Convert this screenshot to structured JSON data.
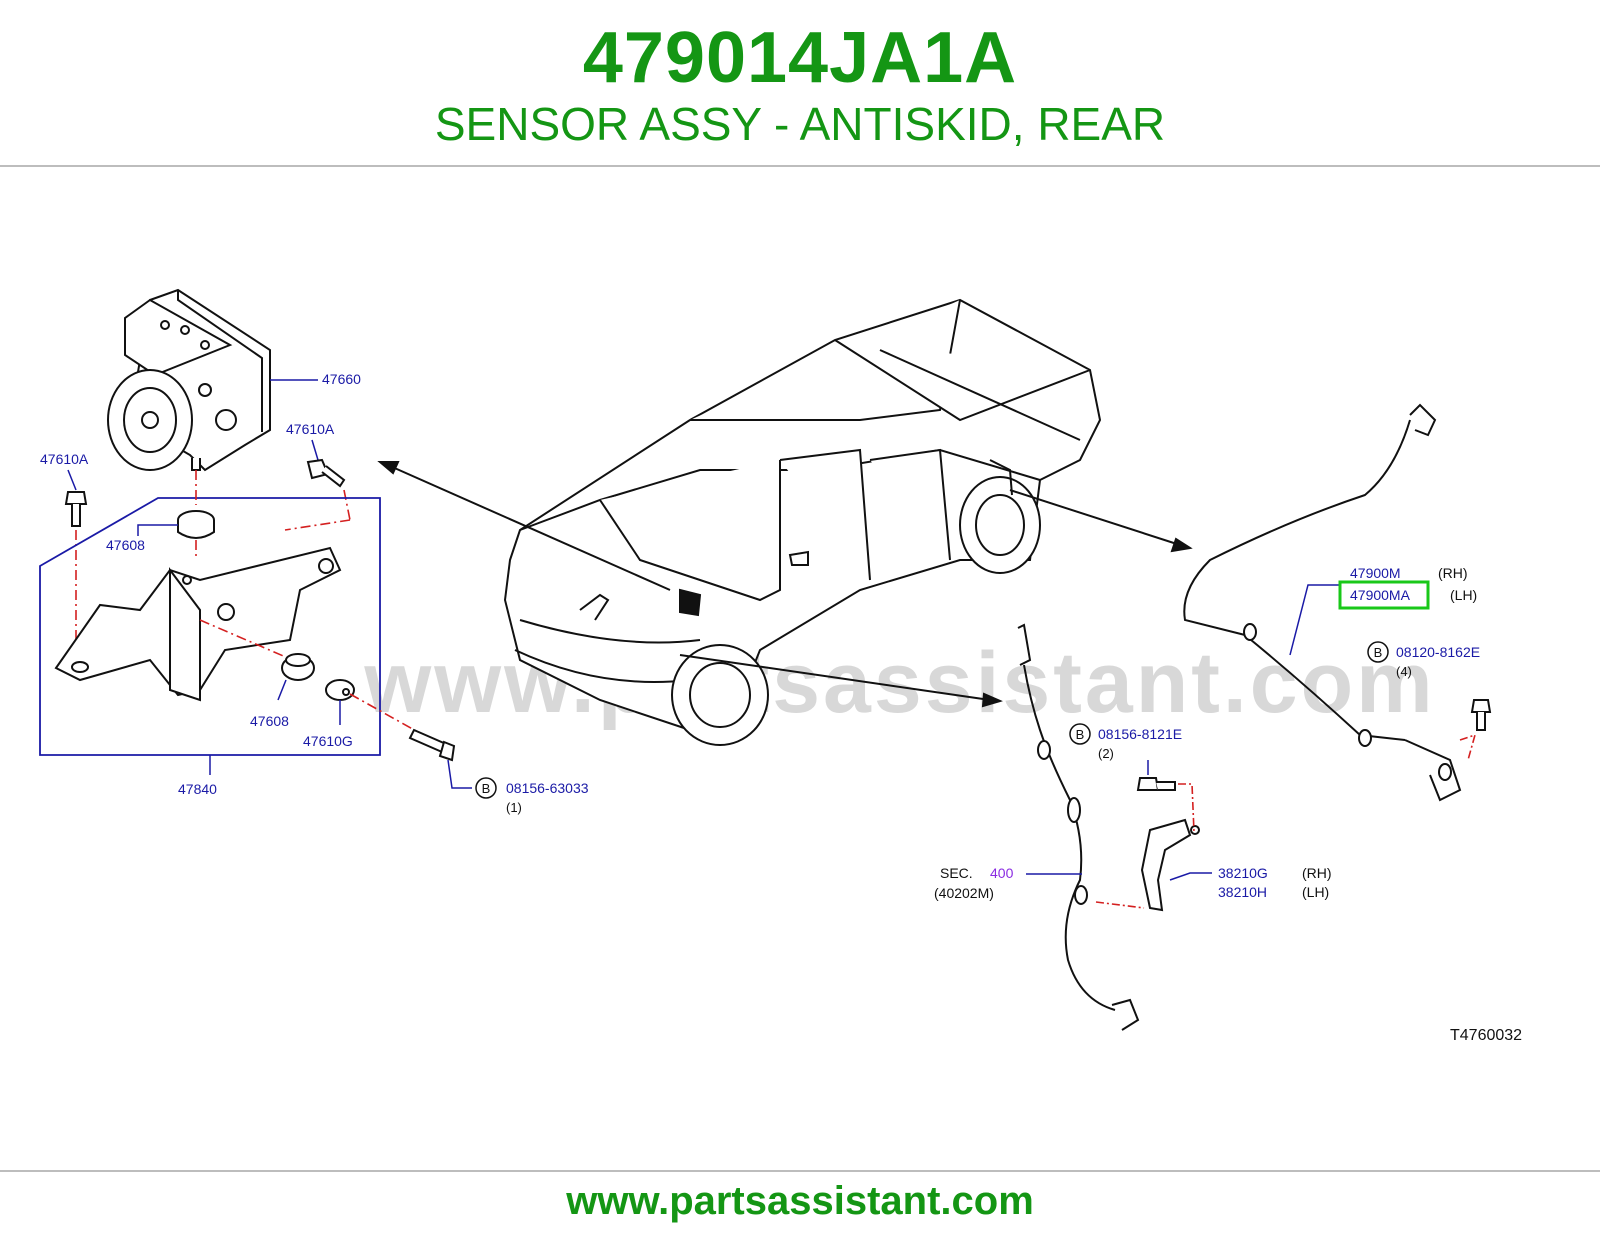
{
  "header": {
    "part_number": "479014JA1A",
    "part_description": "SENSOR ASSY - ANTISKID, REAR"
  },
  "watermark": "www.partsassistant.com",
  "diagram_id": "T4760032",
  "callouts": {
    "actuator": "47660",
    "bolt_left": "47610A",
    "bolt_right": "47610A",
    "grommet_top": "47608",
    "grommet_bottom": "47608",
    "collar": "47610G",
    "bracket": "47840",
    "bolt_b1": "08156-63033",
    "bolt_b1_qty": "(1)",
    "rear_sensor_rh": "47900M",
    "rear_sensor_rh_side": "(RH)",
    "rear_sensor_lh": "47900MA",
    "rear_sensor_lh_side": "(LH)",
    "bolt_b4": "08120-8162E",
    "bolt_b4_qty": "(4)",
    "bolt_b2": "08156-8121E",
    "bolt_b2_qty": "(2)",
    "sec_label": "SEC.",
    "sec_number": "400",
    "sec_ref": "(40202M)",
    "front_bracket_rh": "38210G",
    "front_bracket_rh_side": "(RH)",
    "front_bracket_lh": "38210H",
    "front_bracket_lh_side": "(LH)",
    "b_symbol": "B"
  },
  "highlighted_part": "47900MA",
  "colors": {
    "brand_green": "#149614",
    "callout_blue": "#1a1aa6",
    "section_purple": "#8a2be2",
    "highlight_green": "#19c819",
    "leader_red": "#d42020"
  },
  "footer": {
    "url": "www.partsassistant.com"
  }
}
